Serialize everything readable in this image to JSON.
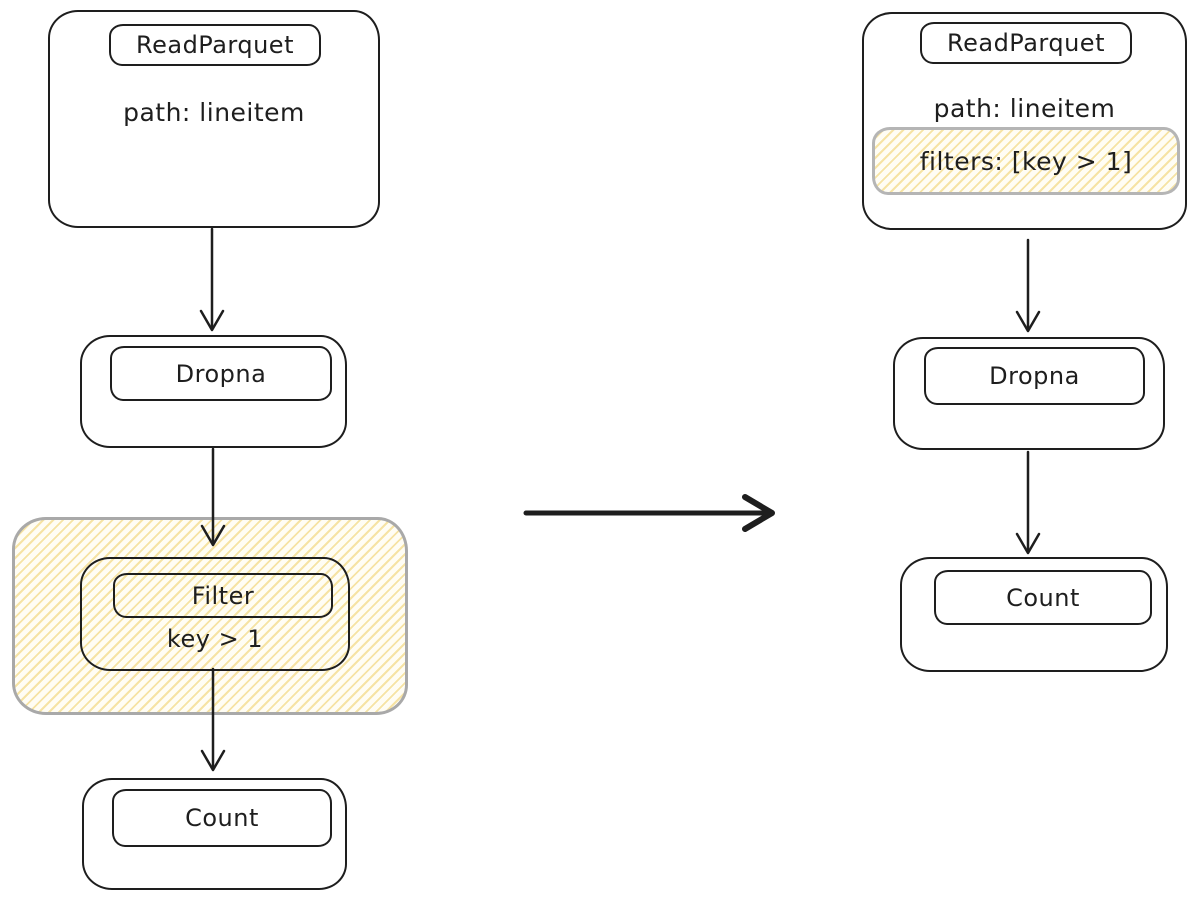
{
  "diagram": {
    "left_plan": {
      "read_parquet": {
        "label": "ReadParquet",
        "path": "path: lineitem"
      },
      "dropna": {
        "label": "Dropna"
      },
      "filter": {
        "label": "Filter",
        "predicate": "key > 1"
      },
      "count": {
        "label": "Count"
      }
    },
    "right_plan": {
      "read_parquet": {
        "label": "ReadParquet",
        "path": "path: lineitem",
        "filters": "filters: [key > 1]"
      },
      "dropna": {
        "label": "Dropna"
      },
      "count": {
        "label": "Count"
      }
    },
    "colors": {
      "stroke": "#1e1e1e",
      "highlight_border": "#a9a9a9",
      "hatch_stripe": "#f6e3a4",
      "hatch_background": "#fffdf4"
    }
  }
}
